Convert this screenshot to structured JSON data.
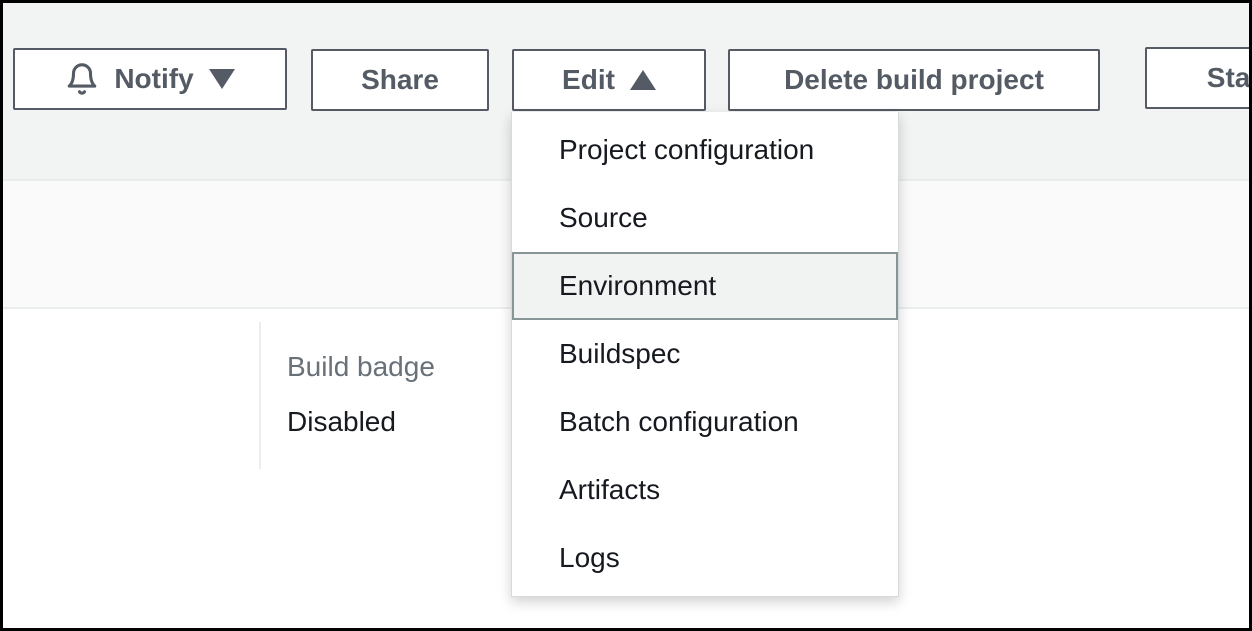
{
  "toolbar": {
    "notify": {
      "label": "Notify",
      "icon": "bell-icon",
      "caret_icon": "caret-down-icon"
    },
    "share": {
      "label": "Share"
    },
    "edit": {
      "label": "Edit",
      "caret_icon": "caret-up-icon",
      "expanded": true
    },
    "delete": {
      "label": "Delete build project"
    },
    "start": {
      "label": "Start build",
      "note": "clipped at right edge of viewport"
    }
  },
  "edit_menu": {
    "items": [
      {
        "label": "Project configuration",
        "highlighted": false
      },
      {
        "label": "Source",
        "highlighted": false
      },
      {
        "label": "Environment",
        "highlighted": true
      },
      {
        "label": "Buildspec",
        "highlighted": false
      },
      {
        "label": "Batch configuration",
        "highlighted": false
      },
      {
        "label": "Artifacts",
        "highlighted": false
      },
      {
        "label": "Logs",
        "highlighted": false
      }
    ]
  },
  "details_panel": {
    "field_label": "Build badge",
    "field_value": "Disabled"
  },
  "colors": {
    "toolbar_background": "#f2f3f3",
    "band_background": "#fafafa",
    "panel_background": "#ffffff",
    "button_border_and_text": "#545b64",
    "menu_text": "#16191f",
    "muted_label": "#687078",
    "divider": "#eaeded",
    "highlight_background": "#f1f2f2",
    "highlight_border": "#879596",
    "frame_border": "#000000"
  }
}
